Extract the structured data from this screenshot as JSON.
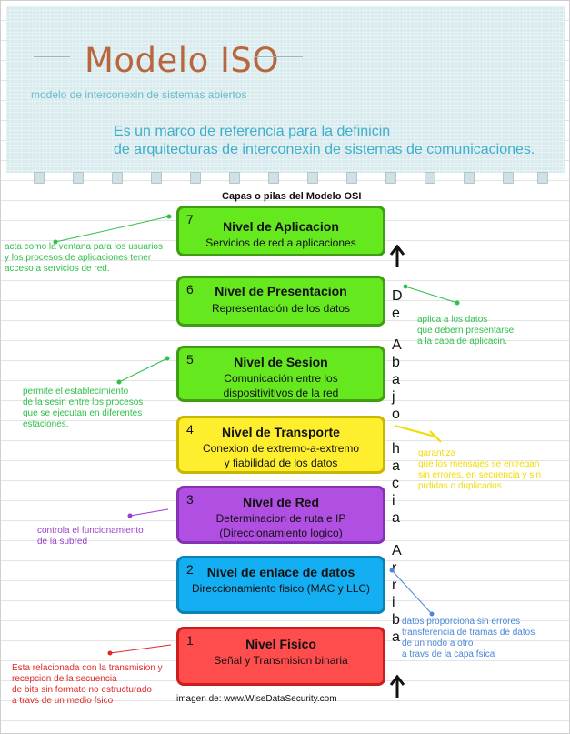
{
  "header": {
    "title": "Modelo ISO",
    "subtitle": "modelo de interconexin de sistemas abiertos",
    "definition": [
      "Es un marco de referencia para la definicin",
      "de arquitecturas de interconexin de sistemas de comunicaciones."
    ]
  },
  "diagram": {
    "caption": "Capas o pilas del Modelo OSI",
    "layers": [
      {
        "number": "7",
        "name": "Nivel de Aplicacion",
        "desc": [
          "Servicios de red a aplicaciones"
        ],
        "fill": "#66e81f",
        "border": "#3e9d14"
      },
      {
        "number": "6",
        "name": "Nivel de Presentacion",
        "desc": [
          "Representación de los datos"
        ],
        "fill": "#66e81f",
        "border": "#3e9d14"
      },
      {
        "number": "5",
        "name": "Nivel de Sesion",
        "desc": [
          "Comunicación entre los",
          "dispositivitivos de la red"
        ],
        "fill": "#66e81f",
        "border": "#3e9d14"
      },
      {
        "number": "4",
        "name": "Nivel de Transporte",
        "desc": [
          "Conexion de extremo-a-extremo",
          "y fiabilidad de los datos"
        ],
        "fill": "#ffee2e",
        "border": "#c9b600"
      },
      {
        "number": "3",
        "name": "Nivel de Red",
        "desc": [
          "Determinacion de ruta e IP",
          "(Direccionamiento logico)"
        ],
        "fill": "#b24fe3",
        "border": "#8531b3"
      },
      {
        "number": "2",
        "name": "Nivel de enlace de datos",
        "desc": [
          "Direccionamiento fisico (MAC y LLC)"
        ],
        "fill": "#14aff2",
        "border": "#0b82b6"
      },
      {
        "number": "1",
        "name": "Nivel Fisico",
        "desc": [
          "Señal y Transmision binaria"
        ],
        "fill": "#ff4d4d",
        "border": "#cc1d1d"
      }
    ],
    "vertical_text": [
      "D",
      "e",
      "A",
      "b",
      "a",
      "j",
      "o",
      "h",
      "a",
      "c",
      "i",
      "a",
      "A",
      "r",
      "r",
      "i",
      "b",
      "a"
    ],
    "credit": "imagen de: www.WiseDataSecurity.com"
  },
  "annotations": {
    "aplicacion": {
      "lines": [
        "acta como la ventana para los usuarios",
        "y los procesos de aplicaciones tener",
        " acceso a servicios de red."
      ],
      "color": "#2fc04a"
    },
    "presentacion": {
      "lines": [
        "aplica a los datos",
        " que debern presentarse",
        "a la capa de aplicacin."
      ],
      "color": "#2fc04a"
    },
    "sesion": {
      "lines": [
        "permite el establecimiento",
        "de la sesin entre los procesos",
        "que se ejecutan en diferentes",
        "estaciones."
      ],
      "color": "#2fc04a"
    },
    "transporte": {
      "lines": [
        "garantiza",
        " que los mensajes se entregan",
        "sin errores, en secuencia y sin",
        "prdidas o duplicados"
      ],
      "color": "#f0dd00"
    },
    "red": {
      "lines": [
        "controla el funcionamiento",
        "de la subred"
      ],
      "color": "#9a3fc9"
    },
    "enlace": {
      "lines": [
        "datos proporciona sin errores",
        " transferencia de tramas de datos",
        "de un nodo a otro",
        " a travs de la capa fsica"
      ],
      "color": "#4a86d9"
    },
    "fisico": {
      "lines": [
        "Esta relacionada con la transmision y",
        "recepcion de la secuencia",
        "de bits sin formato no estructurado",
        "a travs de un medio fsico"
      ],
      "color": "#e02828"
    }
  }
}
